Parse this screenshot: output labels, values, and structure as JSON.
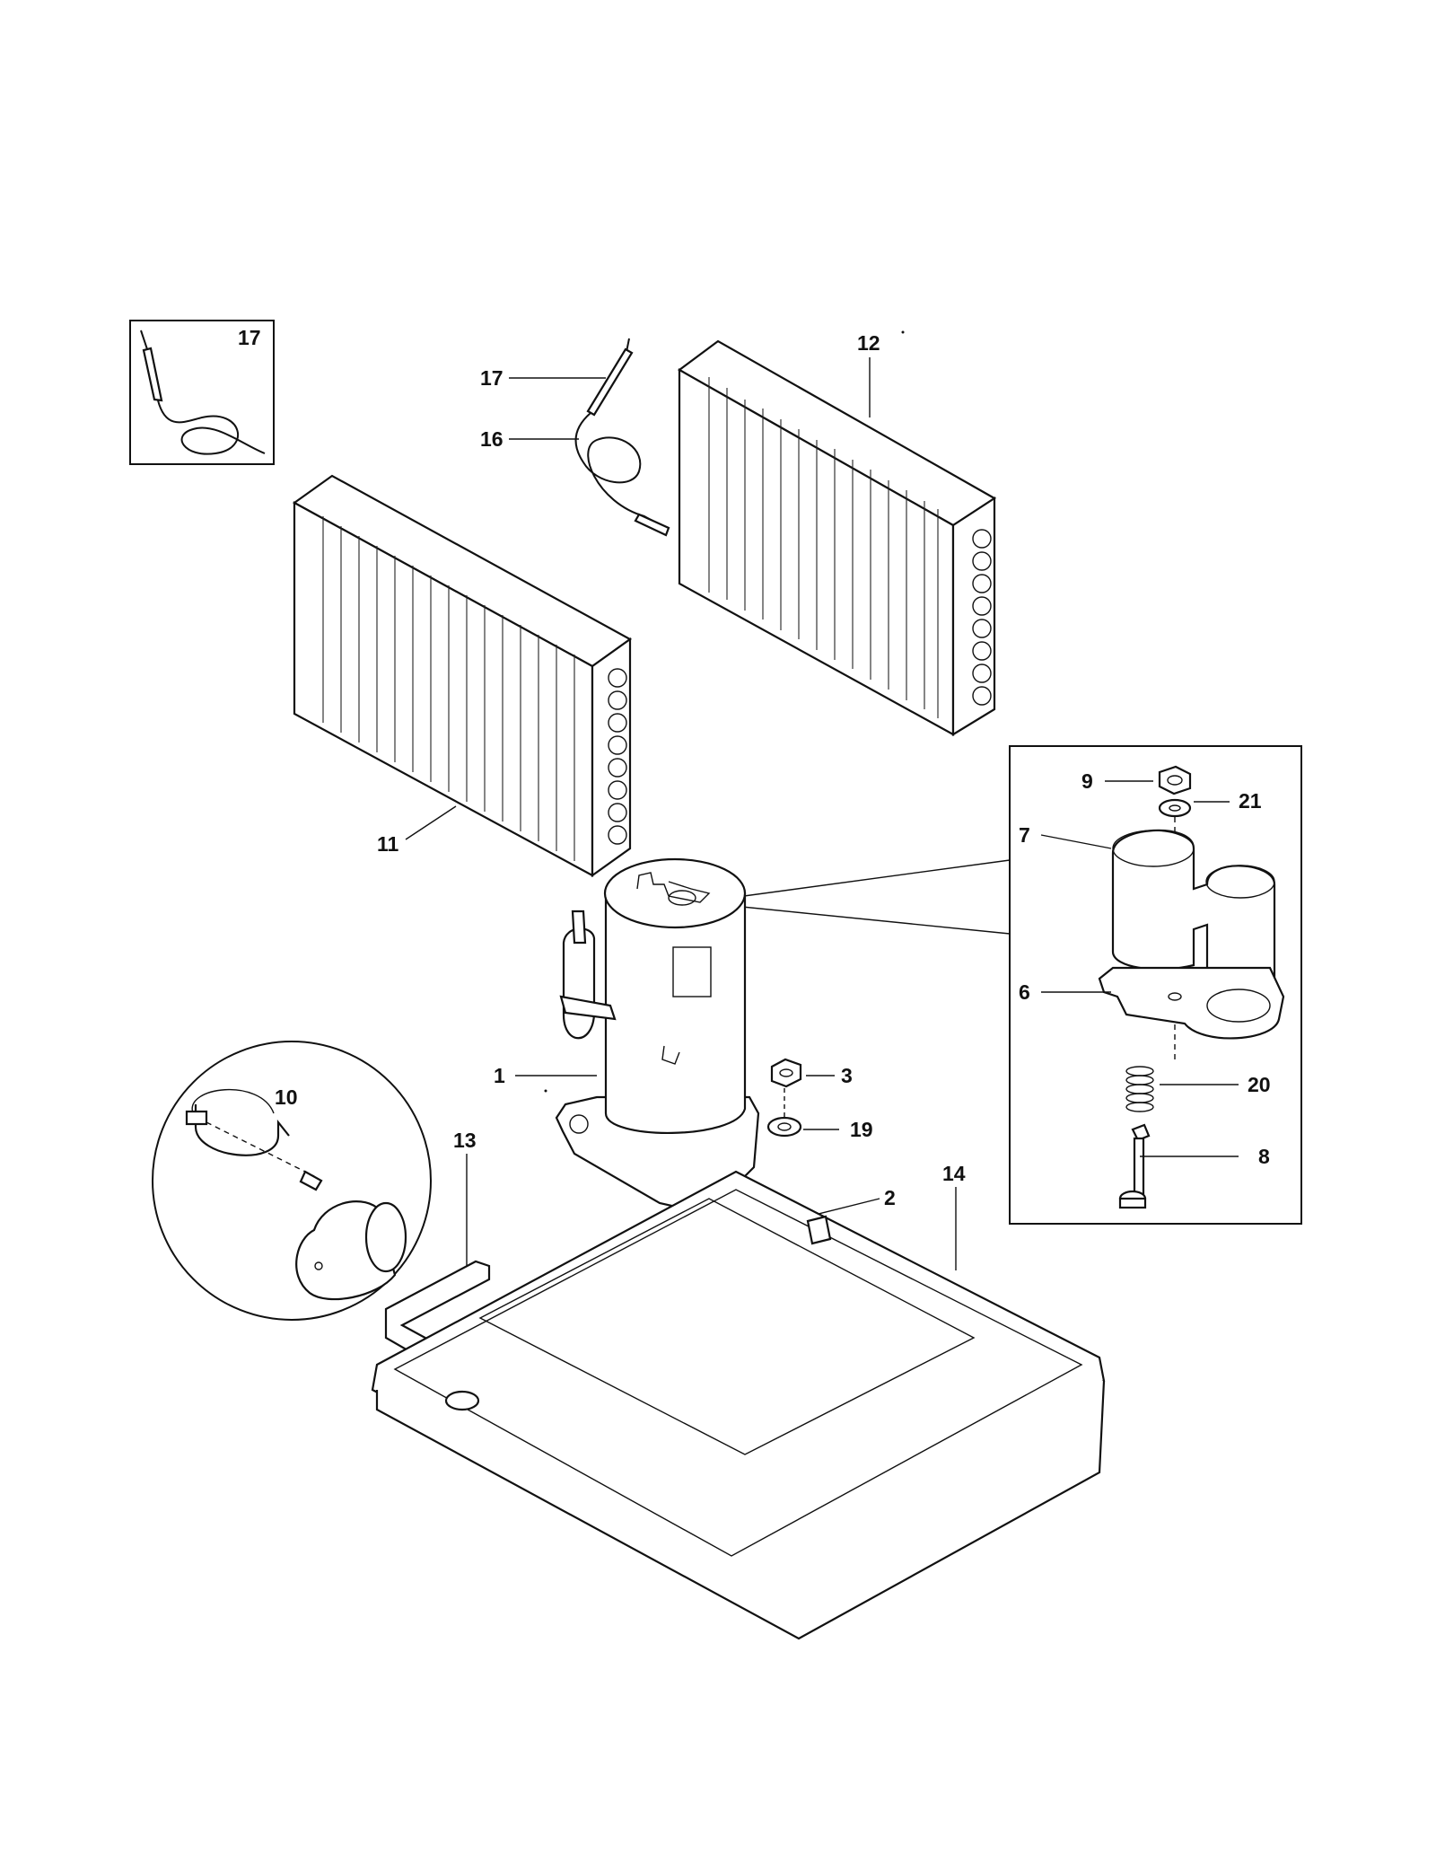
{
  "callouts": {
    "c17_box": "17",
    "c17": "17",
    "c16": "16",
    "c12": "12",
    "c11": "11",
    "c9": "9",
    "c21": "21",
    "c7": "7",
    "c6": "6",
    "c20": "20",
    "c8": "8",
    "c10": "10",
    "c1": "1",
    "c3": "3",
    "c19": "19",
    "c2": "2",
    "c13": "13",
    "c14": "14"
  }
}
